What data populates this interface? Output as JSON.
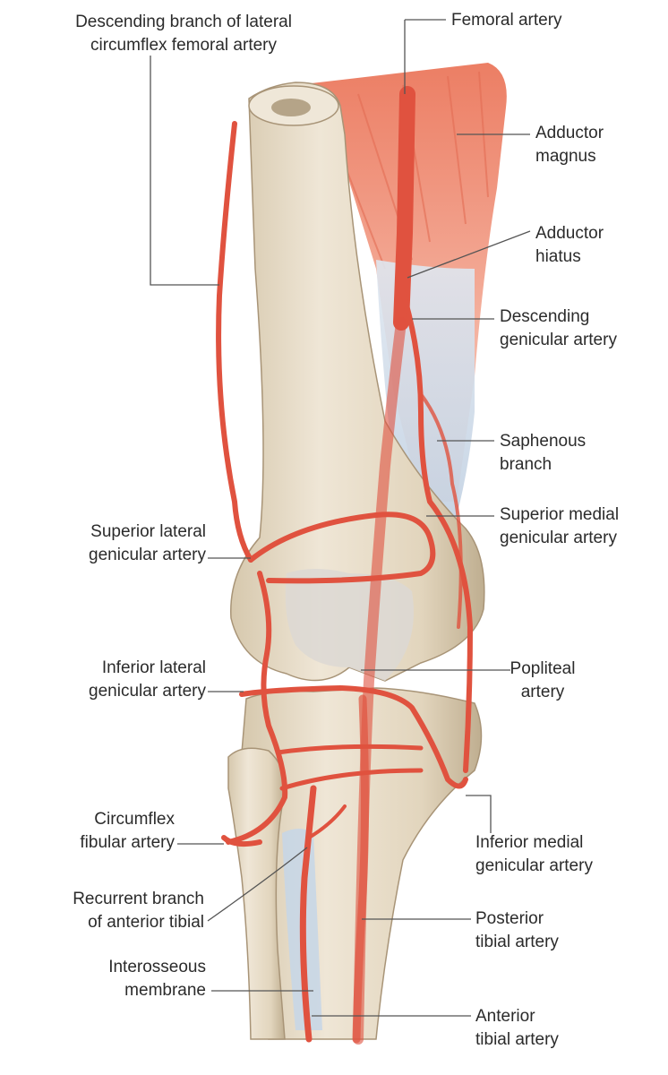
{
  "labels": {
    "descending_branch_lateral": [
      "Descending branch of lateral",
      "circumflex femoral artery"
    ],
    "femoral_artery": [
      "Femoral artery"
    ],
    "adductor_magnus": [
      "Adductor",
      "magnus"
    ],
    "adductor_hiatus": [
      "Adductor",
      "hiatus"
    ],
    "descending_genicular": [
      "Descending",
      "genicular artery"
    ],
    "saphenous_branch": [
      "Saphenous",
      "branch"
    ],
    "superior_medial_genicular": [
      "Superior medial",
      "genicular artery"
    ],
    "superior_lateral_genicular": [
      "Superior lateral",
      "genicular artery"
    ],
    "inferior_lateral_genicular": [
      "Inferior lateral",
      "genicular artery"
    ],
    "popliteal_artery": [
      "Popliteal",
      "artery"
    ],
    "circumflex_fibular": [
      "Circumflex",
      "fibular artery"
    ],
    "inferior_medial_genicular": [
      "Inferior medial",
      "genicular artery"
    ],
    "recurrent_branch_anterior_tibial": [
      "Recurrent branch",
      "of anterior tibial"
    ],
    "posterior_tibial": [
      "Posterior",
      "tibial artery"
    ],
    "interosseous_membrane": [
      "Interosseous",
      "membrane"
    ],
    "anterior_tibial": [
      "Anterior",
      "tibial artery"
    ]
  },
  "colors": {
    "artery": "#e0523f",
    "artery_dark": "#b8392b",
    "bone": "#e6dccb",
    "bone_shade": "#c9b99e",
    "muscle": "#ee8a72",
    "membrane": "#c9d8e8",
    "leader": "#555555"
  }
}
